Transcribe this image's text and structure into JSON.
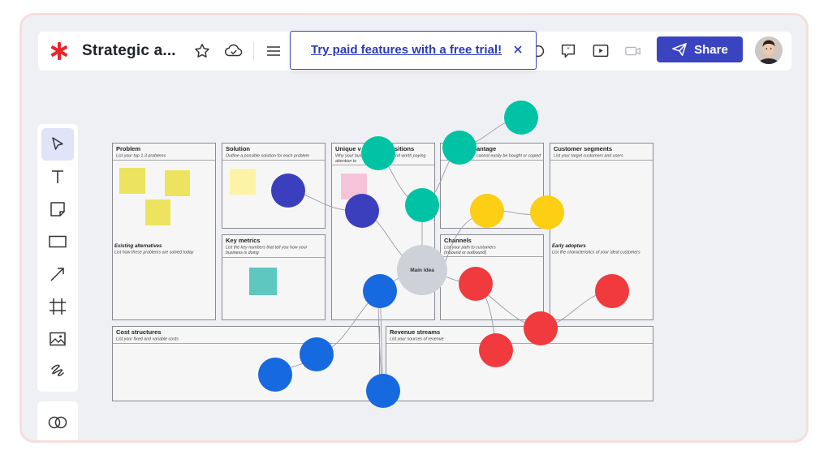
{
  "header": {
    "title": "Strategic a...",
    "banner_text": "Try paid features with a free trial!",
    "share_label": "Share"
  },
  "toolbar": {
    "tools": [
      "select-tool",
      "text-tool",
      "sticky-note-tool",
      "shape-tool",
      "arrow-tool",
      "frame-tool",
      "image-tool",
      "pen-tool"
    ],
    "bottom_tool": "templates-tool"
  },
  "canvas": {
    "cells": [
      {
        "id": "problem",
        "title": "Problem",
        "subtitle": "List your top 1-3 problems"
      },
      {
        "id": "existing",
        "title": "Existing alternatives",
        "subtitle": "List how these problems are solved today"
      },
      {
        "id": "solution",
        "title": "Solution",
        "subtitle": "Outline a possible solution for each problem"
      },
      {
        "id": "key-metrics",
        "title": "Key metrics",
        "subtitle1": "List the key numbers that tell you how your",
        "subtitle2": "business is doing"
      },
      {
        "id": "uvp",
        "title_left": "Unique v",
        "title_right": "sitions",
        "subtitle1_left": "Why your bus",
        "subtitle1_right": "nd worth paying",
        "subtitle2": "attention to"
      },
      {
        "id": "advantage",
        "title": "antage",
        "subtitle": "cannot easily be bought or copied"
      },
      {
        "id": "channels",
        "title": "Channels",
        "subtitle1": "List your path to customers",
        "subtitle2": "(inbound or outbound)"
      },
      {
        "id": "segments",
        "title": "Customer segments",
        "subtitle": "List your target customers and users"
      },
      {
        "id": "early",
        "title": "Early adopters",
        "subtitle": "List the characteristics of your ideal customers"
      },
      {
        "id": "costs",
        "title": "Cost structures",
        "subtitle": "List your fixed and variable costs"
      },
      {
        "id": "revenue",
        "title": "Revenue streams",
        "subtitle": "List your sources of revenue"
      }
    ],
    "main_idea": "Main idea"
  },
  "colors": {
    "brand_red": "#e8262c",
    "share_blue": "#3a44c0",
    "teal": "#00c3a5",
    "navy": "#3b3fbd",
    "yellow": "#fcce14",
    "red": "#f03a3e",
    "blue": "#1769e0",
    "sticky_yellow": "#ece45f",
    "sticky_pale": "#fdf3a6",
    "sticky_pink": "#f6c4d8",
    "sticky_teal": "#5ec7c0"
  }
}
